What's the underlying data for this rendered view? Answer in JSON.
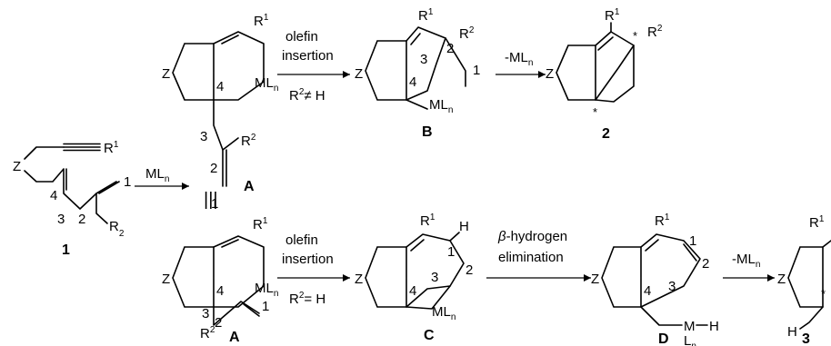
{
  "start": {
    "compound_number": "1",
    "z": "Z",
    "r1": "R",
    "r1_sup": "1",
    "r2": "R",
    "r2_sup": "2",
    "n1": "1",
    "n2": "2",
    "n3": "3",
    "n4": "4"
  },
  "first_step": {
    "reagent": "ML",
    "reagent_sub": "n",
    "equiv_symbol": "|||"
  },
  "top_row": {
    "A": {
      "label": "A",
      "z": "Z",
      "r1": "R",
      "r1_sup": "1",
      "r2": "R",
      "r2_sup": "2",
      "ml": "ML",
      "ml_sub": "n",
      "n1": "1",
      "n2": "2",
      "n3": "3",
      "n4": "4"
    },
    "arrow1": {
      "line1": "olefin",
      "line2": "insertion",
      "cond": "R",
      "cond_sup": "2",
      "cond_rest": "≠ H"
    },
    "B": {
      "label": "B",
      "z": "Z",
      "r1": "R",
      "r1_sup": "1",
      "r2": "R",
      "r2_sup": "2",
      "ml": "ML",
      "ml_sub": "n",
      "n1": "1",
      "n2": "2",
      "n3": "3",
      "n4": "4"
    },
    "arrow2": {
      "text": "-ML",
      "text_sub": "n"
    },
    "product": {
      "label": "2",
      "z": "Z",
      "r1": "R",
      "r1_sup": "1",
      "r2": "R",
      "r2_sup": "2",
      "star": "*"
    }
  },
  "bottom_row": {
    "A": {
      "label": "A",
      "z": "Z",
      "r1": "R",
      "r1_sup": "1",
      "r2": "R",
      "r2_sup": "2",
      "ml": "ML",
      "ml_sub": "n",
      "n1": "1",
      "n2": "2",
      "n3": "3",
      "n4": "4"
    },
    "arrow1": {
      "line1": "olefin",
      "line2": "insertion",
      "cond": "R",
      "cond_sup": "2",
      "cond_rest": "= H"
    },
    "C": {
      "label": "C",
      "z": "Z",
      "r1": "R",
      "r1_sup": "1",
      "h": "H",
      "ml": "ML",
      "ml_sub": "n",
      "n1": "1",
      "n2": "2",
      "n3": "3",
      "n4": "4"
    },
    "arrow2": {
      "beta": "β",
      "line1_rest": "-hydrogen",
      "line2": "elimination"
    },
    "D": {
      "label": "D",
      "z": "Z",
      "r1": "R",
      "r1_sup": "1",
      "m": "M",
      "h": "H",
      "l": "L",
      "l_sub": "n",
      "n1": "1",
      "n2": "2",
      "n3": "3",
      "n4": "4"
    },
    "arrow3": {
      "text": "-ML",
      "text_sub": "n"
    },
    "product": {
      "label": "3",
      "z": "Z",
      "r1": "R",
      "r1_sup": "1",
      "h": "H",
      "star": "*"
    }
  }
}
